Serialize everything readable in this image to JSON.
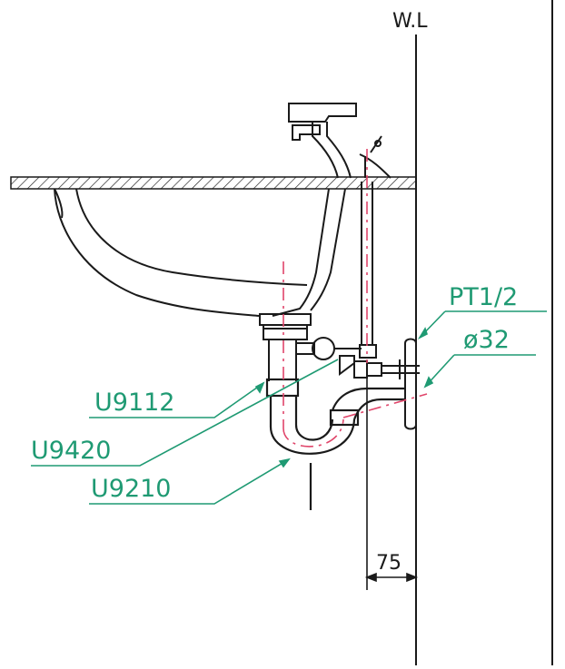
{
  "diagram": {
    "wall_label": "W.L",
    "callouts": [
      {
        "id": "pt12",
        "text": "PT1/2"
      },
      {
        "id": "d32",
        "text": "ø32"
      },
      {
        "id": "u9112",
        "text": "U9112"
      },
      {
        "id": "u9420",
        "text": "U9420"
      },
      {
        "id": "u9210",
        "text": "U9210"
      }
    ],
    "dimension": {
      "value": "75"
    },
    "colors": {
      "line": "#1a1a1a",
      "leader": "#1f9a73",
      "centerline": "#e0456a",
      "background": "#ffffff"
    }
  }
}
